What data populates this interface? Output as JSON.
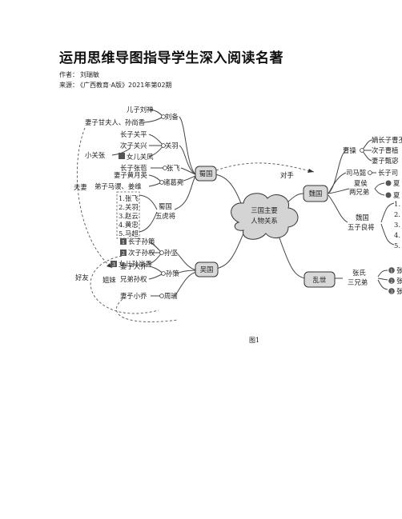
{
  "article": {
    "title": "运用思维导图指导学生深入阅读名著",
    "author_label": "作者：",
    "author": "刘瑞敏",
    "source_label": "来源：",
    "source": "《广西教育·A版》2021年第02期"
  },
  "mindmap": {
    "center": [
      "三国主要",
      "人物关系"
    ],
    "branches": {
      "shu": "蜀国",
      "wu": "吴国",
      "wei": "魏国",
      "luanshi": "乱世"
    },
    "liubei": {
      "name": "刘备",
      "sons": "儿子刘禅",
      "wives": [
        "妻子甘夫人、",
        "孙尚香"
      ]
    },
    "guanyu": {
      "name": "关羽",
      "son1": "长子关平",
      "son2": "次子关兴",
      "daughter": "女儿关凤",
      "nickname": "小关张"
    },
    "zhangfei": {
      "name": "张飞",
      "son": "长子张苞"
    },
    "zhuge": {
      "name": "诸葛亮",
      "wife": "妻子黄月英",
      "disciples": "弟子马谡、姜维"
    },
    "tigers": {
      "label": [
        "蜀国",
        "五虎将"
      ],
      "items": [
        "1.张飞",
        "2.关羽",
        "3.赵云",
        "4.黄忠",
        "5.马超"
      ]
    },
    "sunjian": {
      "name": "孙坚",
      "son1": "长子孙策",
      "son2": "次子孙权",
      "daughter": "女儿孙尚香",
      "badge1": "1",
      "badge2": "2",
      "badge3": "3"
    },
    "sunce": {
      "name": "孙策",
      "wife": "妻子大乔",
      "brother": "兄弟孙权"
    },
    "zhouyu": {
      "name": "周瑜",
      "wife": "妻子小乔"
    },
    "relations": {
      "spouse": "夫妻",
      "friends": "好友",
      "sisters": "姐妹",
      "rivals": "对手"
    },
    "caocao": {
      "name": "曹操",
      "son1": "嫡长子曹丕",
      "son2": "次子曹植",
      "wife": "妻子甄宓"
    },
    "sima": {
      "name": "司马懿",
      "son": "长子司"
    },
    "xiahou": {
      "label": [
        "夏侯",
        "两兄弟"
      ],
      "item1": "夏",
      "item2": "夏"
    },
    "generals": {
      "label": [
        "魏国",
        "五子良将"
      ],
      "items": [
        "1.",
        "2.",
        "3.",
        "4.",
        "5."
      ]
    },
    "zhang": {
      "label": [
        "张氏",
        "三兄弟"
      ],
      "items": [
        "张",
        "张",
        "张"
      ],
      "badges": [
        "1",
        "2",
        "3"
      ]
    }
  },
  "figure": {
    "caption": "图1"
  },
  "colors": {
    "node_fill": "#d8d8d8",
    "cloud_fill": "#d4d4d4",
    "line": "#444444"
  }
}
